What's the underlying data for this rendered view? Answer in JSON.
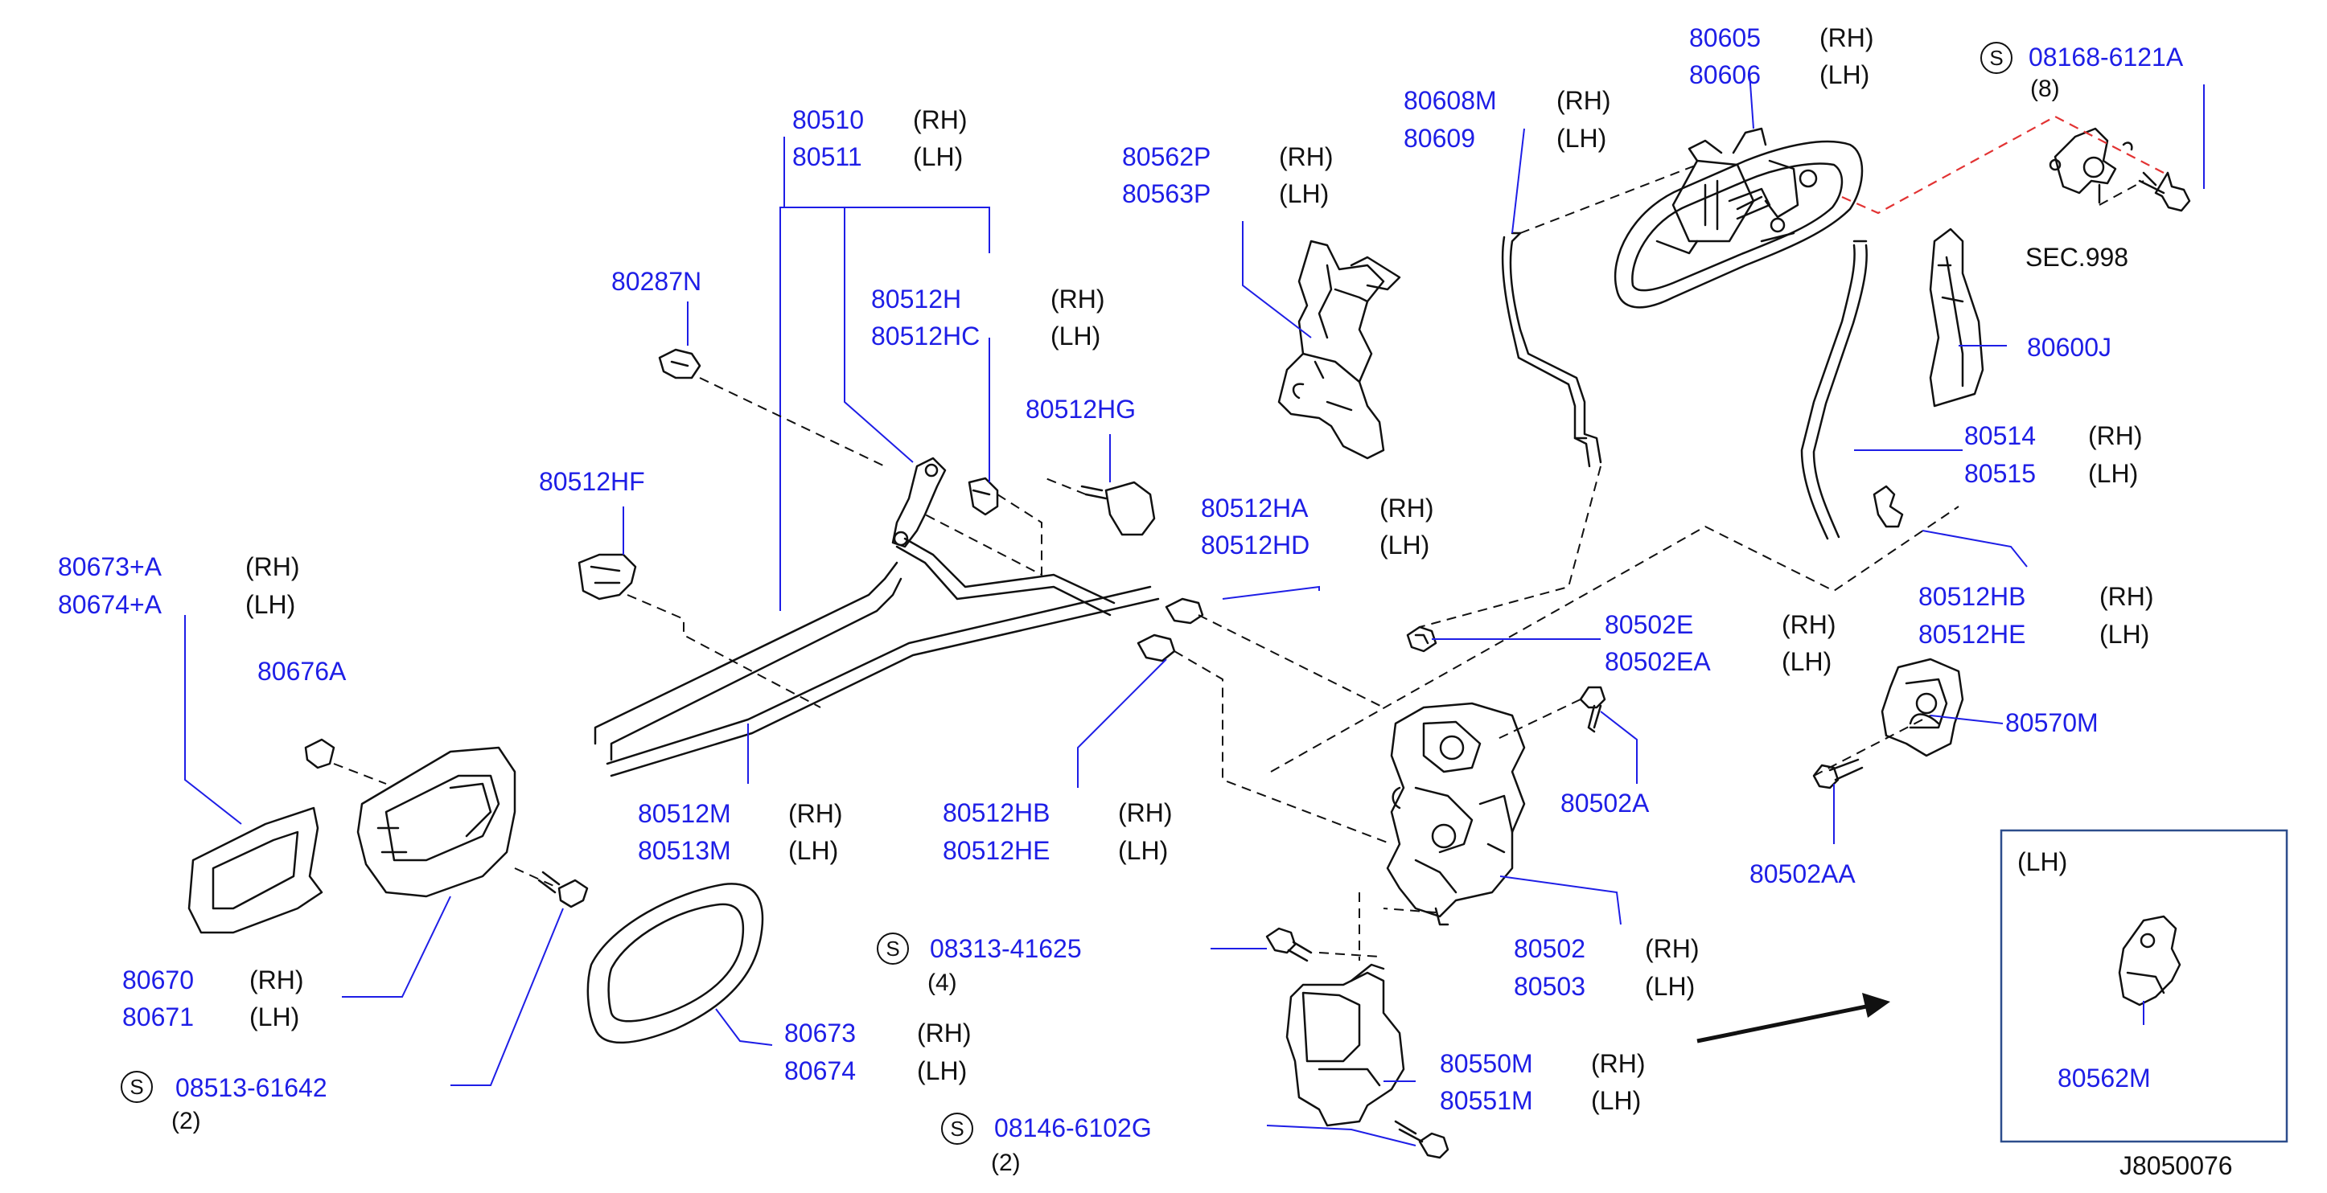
{
  "diagram_id": "J8050076",
  "sec_ref": "SEC.998",
  "inset_label": "(LH)",
  "rh": "(RH)",
  "lh": "(LH)",
  "s_symbol": "S",
  "parts": {
    "p80605": "80605",
    "p80606": "80606",
    "p08168": "08168-6121A",
    "q8": "(8)",
    "p80608M": "80608M",
    "p80609": "80609",
    "p80510": "80510",
    "p80511": "80511",
    "p80562P": "80562P",
    "p80563P": "80563P",
    "p80287N": "80287N",
    "p80512H": "80512H",
    "p80512HC": "80512HC",
    "p80512HG": "80512HG",
    "p80600J": "80600J",
    "p80514": "80514",
    "p80515": "80515",
    "p80512HF": "80512HF",
    "p80512HA": "80512HA",
    "p80512HD": "80512HD",
    "p80673A": "80673+A",
    "p80674A": "80674+A",
    "p80512HB_r": "80512HB",
    "p80512HE_r": "80512HE",
    "p80502E": "80502E",
    "p80502EA": "80502EA",
    "p80676A": "80676A",
    "p80570M": "80570M",
    "p80512M": "80512M",
    "p80513M": "80513M",
    "p80512HB_b": "80512HB",
    "p80512HE_b": "80512HE",
    "p80502A": "80502A",
    "p80502AA": "80502AA",
    "p08313": "08313-41625",
    "q4": "(4)",
    "p80502": "80502",
    "p80503": "80503",
    "p80670": "80670",
    "p80671": "80671",
    "p80673": "80673",
    "p80674": "80674",
    "p80550M": "80550M",
    "p80551M": "80551M",
    "p08513": "08513-61642",
    "q2a": "(2)",
    "p08146": "08146-6102G",
    "q2b": "(2)",
    "p80562M": "80562M"
  }
}
